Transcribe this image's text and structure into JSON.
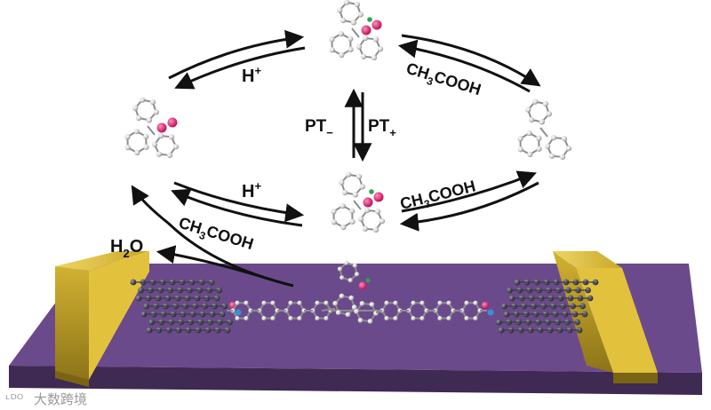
{
  "labels": {
    "h_plus_top": "H",
    "h_plus_top_sup": "+",
    "h_plus_mid": "H",
    "h_plus_mid_sup": "+",
    "acid_top_right": "CH",
    "acid_top_right_sub": "3",
    "acid_top_right_tail": "COOH",
    "acid_mid_right": "CH",
    "acid_mid_right_sub": "3",
    "acid_mid_right_tail": "COOH",
    "acid_left": "CH",
    "acid_left_sub": "3",
    "acid_left_tail": "COOH",
    "pt_minus": "PT",
    "pt_minus_sub": "−",
    "pt_plus": "PT",
    "pt_plus_sub": "+",
    "water": "H",
    "water_sub": "2",
    "water_tail": "O"
  },
  "watermark": {
    "logo": "ᶫᴰᴼ",
    "text": "大数跨境"
  },
  "colors": {
    "substrate_top": "#6b4a8c",
    "substrate_side": "#3e2a52",
    "electrode_gold": "#d9b934",
    "electrode_dark": "#9c8121",
    "carbon_atom": "#d8d8d8",
    "graphene_atom": "#55545f",
    "oxygen": "#e0206e",
    "hydrogen": "#2aa84a",
    "nitrogen": "#3b8fd6",
    "arrow": "#111111"
  }
}
